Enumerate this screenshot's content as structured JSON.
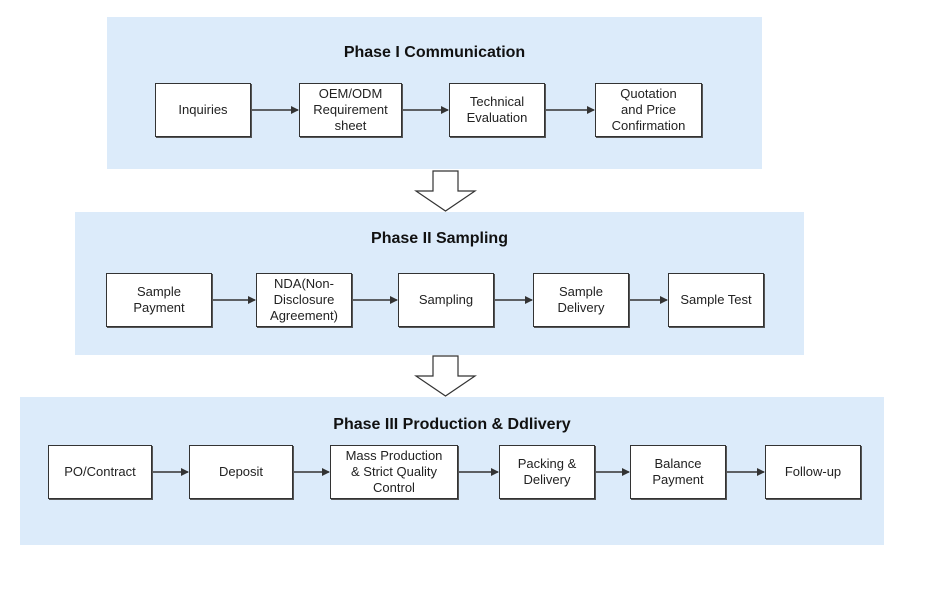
{
  "phases": [
    {
      "title": "Phase I Communication",
      "steps": [
        "Inquiries",
        "OEM/ODM\nRequirement\nsheet",
        "Technical\nEvaluation",
        "Quotation\nand Price\nConfirmation"
      ]
    },
    {
      "title": "Phase II Sampling",
      "steps": [
        "Sample\nPayment",
        "NDA(Non-\nDisclosure\nAgreement)",
        "Sampling",
        "Sample\nDelivery",
        "Sample Test"
      ]
    },
    {
      "title": "Phase III Production & Ddlivery",
      "steps": [
        "PO/Contract",
        "Deposit",
        "Mass Production\n& Strict Quality\nControl",
        "Packing &\nDelivery",
        "Balance\nPayment",
        "Follow-up"
      ]
    }
  ],
  "colors": {
    "phase_background": "#dcebfa",
    "step_border": "#333333",
    "arrow": "#333333"
  }
}
